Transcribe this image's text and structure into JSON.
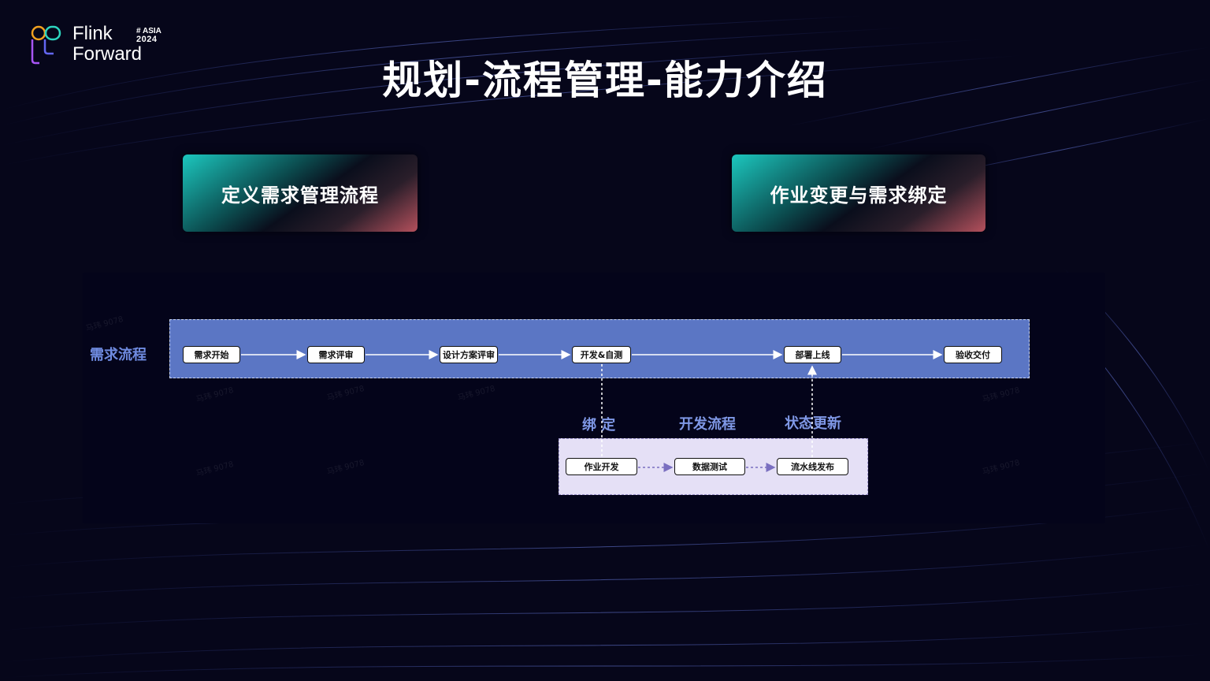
{
  "logo": {
    "line1": "Flink",
    "line2": "Forward",
    "badge_top": "# ASIA",
    "badge_year": "2024"
  },
  "title": "规划-流程管理-能力介绍",
  "cards": [
    {
      "label": "定义需求管理流程"
    },
    {
      "label": "作业变更与需求绑定"
    }
  ],
  "diagram": {
    "lane_label": "需求流程",
    "requirement_flow": [
      "需求开始",
      "需求评审",
      "设计方案评审",
      "开发&自测",
      "部署上线",
      "验收交付"
    ],
    "dev_flow_title": "开发流程",
    "dev_flow": [
      "作业开发",
      "数据测试",
      "流水线发布"
    ],
    "bind_label": "绑 定",
    "status_label": "状态更新"
  },
  "watermark": "马玮 9078",
  "colors": {
    "background": "#06061a",
    "band": "#5b76c4",
    "dev_band": "#e5e0f6",
    "lane_label": "#6f8be0"
  }
}
